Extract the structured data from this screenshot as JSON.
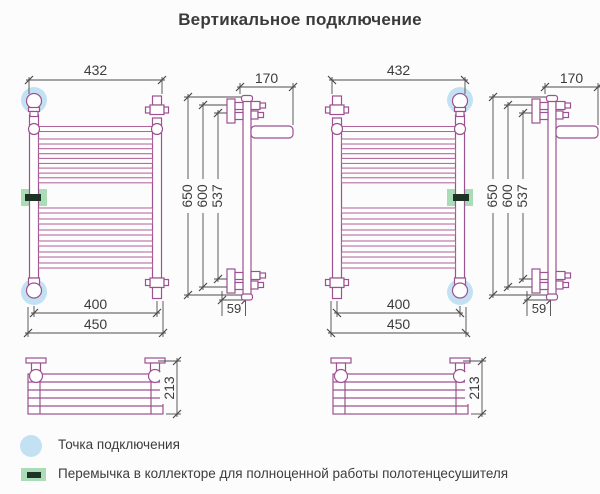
{
  "title": "Вертикальное подключение",
  "colors": {
    "background": "#fcfcfc",
    "radiator_outline": "#9c5190",
    "rung_outline": "#b2639c",
    "dimension_lines": "#4b4b4b",
    "dimension_text": "#3c3c3c",
    "connection_point_halo": "#c2e2f3",
    "jumper_halo": "#a9dcb7",
    "jumper_dash": "#1e3326"
  },
  "views": {
    "left": {
      "front": {
        "width_top": "432",
        "width_axes": "400",
        "width_overall": "450"
      },
      "side": {
        "depth": "170",
        "height_overall": "650",
        "height_connections": "600",
        "height_brackets": "537",
        "wall_offset": "59"
      },
      "plan": {
        "depth": "213"
      }
    },
    "right": {
      "front": {
        "width_top": "432",
        "width_axes": "400",
        "width_overall": "450"
      },
      "side": {
        "depth": "170",
        "height_overall": "650",
        "height_connections": "600",
        "height_brackets": "537",
        "wall_offset": "59"
      },
      "plan": {
        "depth": "213"
      }
    }
  },
  "legend": {
    "items": [
      {
        "icon": "connection-point-icon",
        "label": "Точка подключения"
      },
      {
        "icon": "jumper-icon",
        "label": "Перемычка в коллекторе для полноценной работы полотенцесушителя"
      }
    ]
  }
}
